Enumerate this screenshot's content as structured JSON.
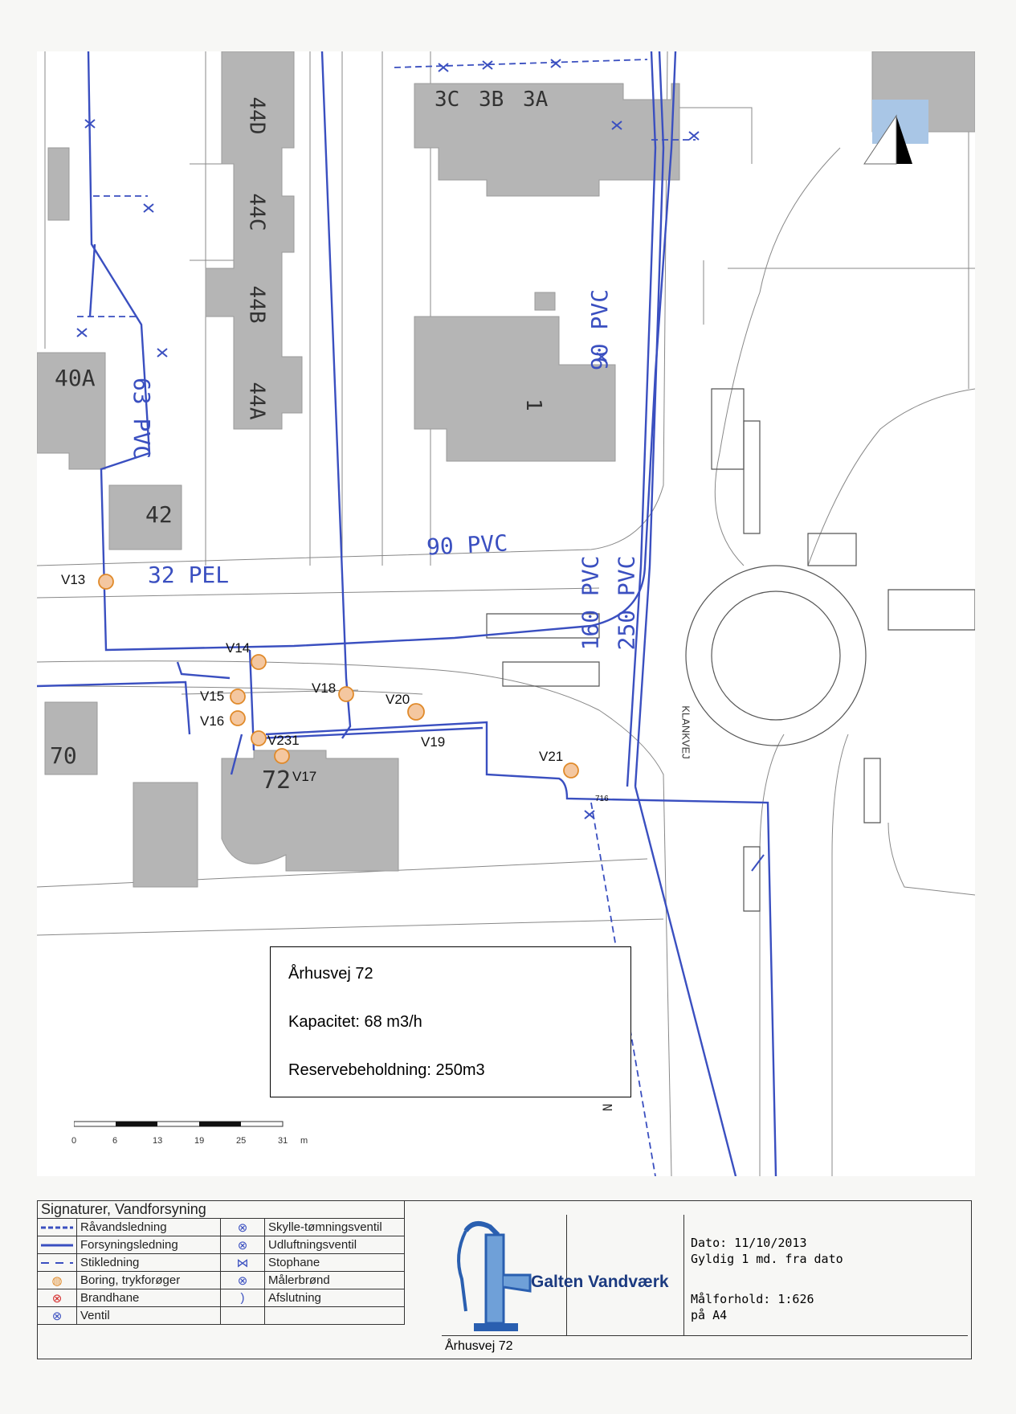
{
  "map": {
    "buildings": [
      "44D",
      "44C",
      "44B",
      "44A",
      "3C",
      "3B",
      "3A",
      "1",
      "40A",
      "42",
      "70",
      "72"
    ],
    "road_name": "KLANKVEJ",
    "north_label": "N",
    "pipes": [
      "63 PVC",
      "90 PVC",
      "90 PVC",
      "32 PEL",
      "160 PVC",
      "250 PVC"
    ],
    "valves": [
      "V13",
      "V14",
      "V15",
      "V16",
      "V231",
      "V17",
      "V18",
      "V20",
      "V19",
      "V21",
      "716"
    ]
  },
  "info": {
    "address": "Århusvej 72",
    "capacity": "Kapacitet:  68 m3/h",
    "reserve": "Reservebeholdning: 250m3"
  },
  "scale_bar": {
    "ticks": [
      "0",
      "6",
      "13",
      "19",
      "25",
      "31"
    ],
    "unit": "m"
  },
  "legend": {
    "title": "Signaturer, Vandforsyning",
    "left": [
      "Råvandsledning",
      "Forsyningsledning",
      "Stikledning",
      "Boring, trykforøger",
      "Brandhane",
      "Ventil"
    ],
    "right": [
      "Skylle-tømningsventil",
      "Udluftningsventil",
      "Stophane",
      "Målerbrønd",
      "Afslutning"
    ]
  },
  "company": "Galten Vandværk",
  "date": "Dato: 11/10/2013",
  "valid": "Gyldig 1 md. fra dato",
  "scale": "Målforhold: 1:626",
  "paper": "på A4",
  "footer_address": "Århusvej 72",
  "colors": {
    "pipe": "#3a4fc0",
    "building": "#b5b5b5",
    "valve": "#e08a2a",
    "hydrant": "#d42a2a"
  }
}
